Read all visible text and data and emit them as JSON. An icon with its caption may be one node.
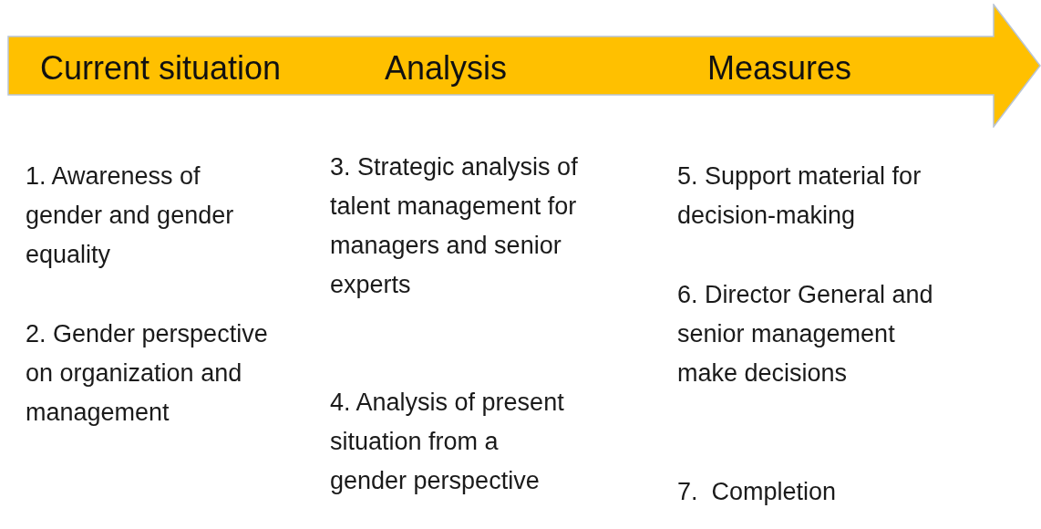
{
  "diagram": {
    "nodes": [
      {
        "text": [
          "Current situation",
          "Analysis",
          "Measures"
        ]
      }
    ],
    "edges": [],
    "labels": [
      "1. Awareness of gender and gender equality",
      "2. Gender perspective on organization and management",
      "3. Strategic analysis of talent management for managers and senior experts",
      "4. Analysis of present situation from a gender perspective",
      "5. Support material for decision-making",
      "6. Director General and senior management make decisions",
      "7.  Completion"
    ]
  }
}
